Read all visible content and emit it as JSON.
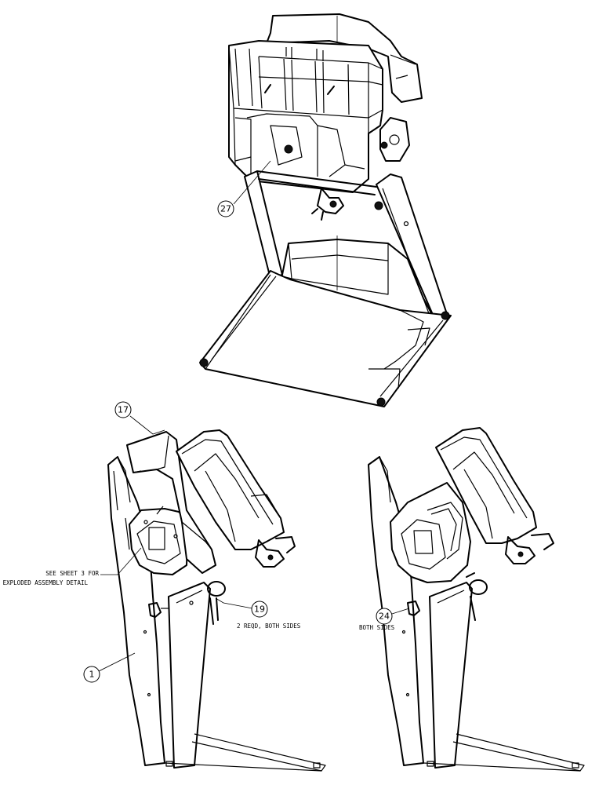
{
  "callouts": {
    "c27": "27",
    "c17": "17",
    "c19": "19",
    "c1": "1",
    "c24": "24"
  },
  "notes": {
    "see_sheet_line1": "SEE SHEET 3 FOR",
    "see_sheet_line2": "EXPLODED ASSEMBLY DETAIL",
    "reqd_both_sides": "2 REQD, BOTH SIDES",
    "both_sides": "BOTH SIDES"
  }
}
